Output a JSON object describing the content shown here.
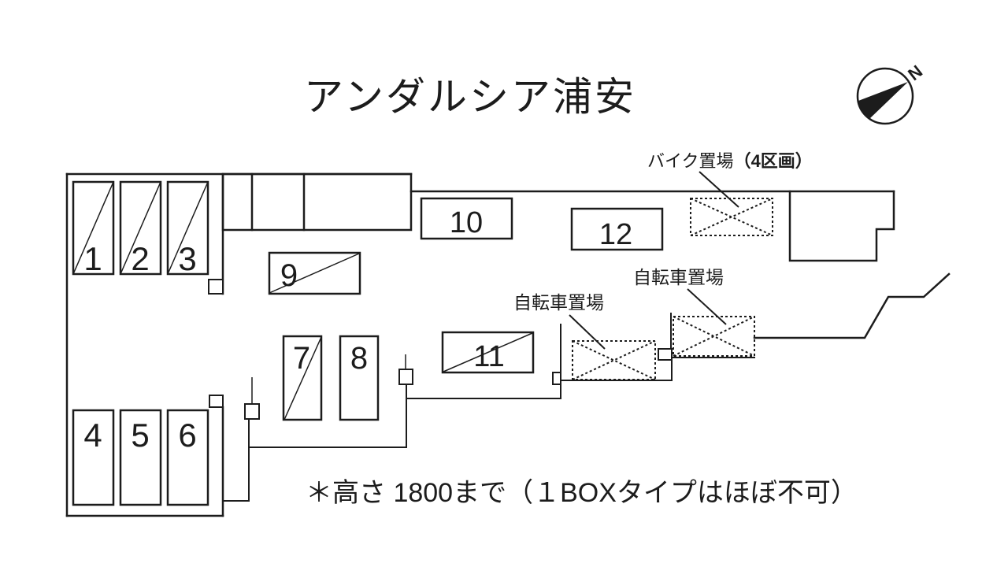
{
  "title": "アンダルシア浦安",
  "compass": {
    "north": "N"
  },
  "spaces": [
    {
      "label": "1"
    },
    {
      "label": "2"
    },
    {
      "label": "3"
    },
    {
      "label": "4"
    },
    {
      "label": "5"
    },
    {
      "label": "6"
    },
    {
      "label": "7"
    },
    {
      "label": "8"
    },
    {
      "label": "9"
    },
    {
      "label": "10"
    },
    {
      "label": "11"
    },
    {
      "label": "12"
    }
  ],
  "storage": {
    "bike_label": "バイク置場",
    "bike_count": "（4区画）",
    "bicycle_label_left": "自転車置場",
    "bicycle_label_right": "自転車置場"
  },
  "note": "＊高さ 1800まで（１BOXタイプはほぼ不可）",
  "colors": {
    "line": "#1c1c1c",
    "background": "#ffffff"
  }
}
